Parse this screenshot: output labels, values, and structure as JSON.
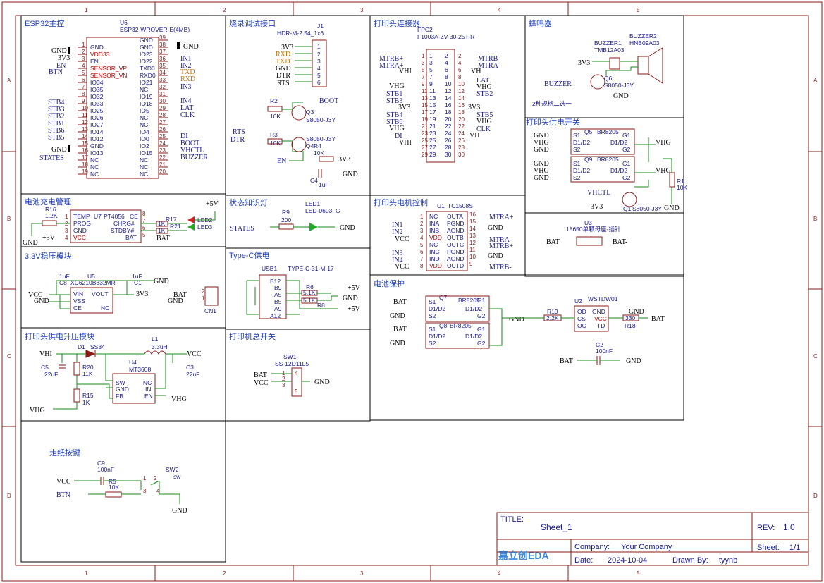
{
  "ruler": {
    "columns": [
      "1",
      "2",
      "3",
      "4",
      "5"
    ],
    "rows": [
      "A",
      "B",
      "C",
      "D"
    ]
  },
  "sections": {
    "esp32": "ESP32主控",
    "burn": "烧录调试接口",
    "head_conn": "打印头连接器",
    "buzzer": "蜂鸣器",
    "charge": "电池充电管理",
    "status": "状态知识灯",
    "motor": "打印头电机控制",
    "head_power": "打印头供电开关",
    "ldo": "3.3V稳压模块",
    "typec": "Type-C供电",
    "batt_prot": "电池保护",
    "boost": "打印头供电升压模块",
    "main_switch": "打印机总开关",
    "feed": "走纸按键"
  },
  "esp32": {
    "ref": "U6",
    "part": "ESP32-WROVER-E(4MB)",
    "left_pins": [
      {
        "n": "1",
        "name": "GND"
      },
      {
        "n": "2",
        "name": "VDD33",
        "red": true
      },
      {
        "n": "3",
        "name": "EN"
      },
      {
        "n": "4",
        "name": "SENSOR_VP",
        "red": true
      },
      {
        "n": "5",
        "name": "SENSOR_VN",
        "red": true
      },
      {
        "n": "6",
        "name": "IO34"
      },
      {
        "n": "7",
        "name": "IO35"
      },
      {
        "n": "8",
        "name": "IO32"
      },
      {
        "n": "9",
        "name": "IO33"
      },
      {
        "n": "10",
        "name": "IO25"
      },
      {
        "n": "11",
        "name": "IO26"
      },
      {
        "n": "12",
        "name": "IO27"
      },
      {
        "n": "13",
        "name": "IO14"
      },
      {
        "n": "14",
        "name": "IO12"
      },
      {
        "n": "15",
        "name": "GND"
      },
      {
        "n": "16",
        "name": "IO13"
      },
      {
        "n": "17",
        "name": "NC"
      },
      {
        "n": "18",
        "name": "NC"
      },
      {
        "n": "19",
        "name": "NC"
      }
    ],
    "right_pins": [
      {
        "n": "39",
        "name": "GND"
      },
      {
        "n": "38",
        "name": "GND"
      },
      {
        "n": "37",
        "name": "IO23"
      },
      {
        "n": "36",
        "name": "IO22"
      },
      {
        "n": "35",
        "name": "TXD0"
      },
      {
        "n": "34",
        "name": "RXD0"
      },
      {
        "n": "33",
        "name": "IO21"
      },
      {
        "n": "32",
        "name": "NC"
      },
      {
        "n": "31",
        "name": "IO19"
      },
      {
        "n": "30",
        "name": "IO18"
      },
      {
        "n": "29",
        "name": "IO5"
      },
      {
        "n": "28",
        "name": "NC"
      },
      {
        "n": "27",
        "name": "NC"
      },
      {
        "n": "26",
        "name": "IO4"
      },
      {
        "n": "25",
        "name": "IO0"
      },
      {
        "n": "24",
        "name": "IO2"
      },
      {
        "n": "23",
        "name": "IO15"
      },
      {
        "n": "22",
        "name": "NC"
      },
      {
        "n": "21",
        "name": "NC"
      },
      {
        "n": "20",
        "name": "NC"
      }
    ],
    "left_nets": [
      "GND",
      "3V3",
      "EN",
      "BTN",
      "STB4",
      "STB3",
      "STB2",
      "STB1",
      "STB6",
      "STB5",
      "GND",
      "STATES"
    ],
    "right_nets": [
      "GND",
      "IN1",
      "IN2",
      "TXD",
      "RXD",
      "IN3",
      "IN4",
      "LAT",
      "CLK",
      "DI",
      "BOOT",
      "VHCTL",
      "BUZZER"
    ]
  },
  "burn": {
    "ref": "J1",
    "part": "HDR-M-2.54_1x6",
    "nets": [
      "3V3",
      "RXD",
      "TXD",
      "GND",
      "DTR",
      "RTS"
    ],
    "pins": [
      "1",
      "2",
      "3",
      "4",
      "5",
      "6"
    ],
    "r2": "R2",
    "r2v": "10K",
    "r3": "R3",
    "r3v": "10K",
    "q3": "Q3",
    "q3p": "S8050-J3Y",
    "q4": "Q4",
    "q4p": "S8050-J3Y",
    "r4": "R4",
    "r4v": "10K",
    "c4": "C4",
    "c4v": "1uF",
    "boot": "BOOT",
    "rts": "RTS",
    "dtr": "DTR",
    "en": "EN",
    "v33": "3V3",
    "gnd": "GND"
  },
  "head_conn": {
    "ref": "FPC2",
    "part": "F1003A-ZV-30-25T-R",
    "left_nets": [
      "MTRB+",
      "MTRA+",
      "VHI",
      "",
      "VHG",
      "STB1",
      "STB3",
      "3V3",
      "STB4",
      "STB6",
      "VHG",
      "DI",
      "VHI"
    ],
    "right_nets": [
      "MTRB-",
      "MTRA-",
      "VH",
      "",
      "LAT",
      "VHG",
      "STB2",
      "3V3",
      "STB5",
      "VHG",
      "CLK",
      "VH"
    ],
    "left_nums": [
      "1",
      "3",
      "5",
      "7",
      "9",
      "11",
      "13",
      "15",
      "17",
      "19",
      "21",
      "23",
      "25",
      "27",
      "29"
    ],
    "mid_left": [
      "1",
      "3",
      "5",
      "7",
      "9",
      "11",
      "13",
      "15",
      "17",
      "19",
      "21",
      "23",
      "25",
      "27",
      "29"
    ],
    "mid_right": [
      "2",
      "4",
      "6",
      "8",
      "10",
      "12",
      "14",
      "16",
      "18",
      "20",
      "22",
      "24",
      "26",
      "28",
      "30"
    ],
    "right_nums": [
      "2",
      "4",
      "6",
      "8",
      "10",
      "12",
      "14",
      "16",
      "18",
      "20",
      "22",
      "24",
      "26",
      "28",
      "30"
    ]
  },
  "buzzer": {
    "ref1": "BUZZER1",
    "p1": "TMB12A03",
    "ref2": "BUZZER2",
    "p2": "HNB09A03",
    "q": "Q6",
    "qp": "S8050-J3Y",
    "net": "BUZZER",
    "v": "3V3",
    "gnd": "GND",
    "note": "2种规格二选一"
  },
  "head_power": {
    "q5": "Q5",
    "q5p": "BR8205",
    "q9": "Q9",
    "q9p": "BR8205",
    "pins_l": [
      "S1",
      "D1/D2",
      "S2"
    ],
    "pins_r": [
      "G1",
      "D1/D2",
      "G2"
    ],
    "nets_l1": [
      "GND",
      "VHG",
      "GND"
    ],
    "nets_l2": [
      "GND",
      "VHG",
      "GND"
    ],
    "vhg": "VHG",
    "r1": "R1",
    "r1v": "10K",
    "vhctl": "VHCTL",
    "v33": "3V3",
    "q1": "Q1",
    "q1p": "S8050-J3Y",
    "gnd": "GND"
  },
  "battery_holder": {
    "ref": "U3",
    "part": "18650单颗母座-插针",
    "bat": "BAT",
    "batm": "BAT-"
  },
  "charge": {
    "ref": "U7",
    "part": "PT4056",
    "r16": "R16",
    "r16v": "1.2K",
    "pins_l": [
      "TEMP",
      "PROG",
      "GND",
      "VCC"
    ],
    "pins_r": [
      "CE",
      "CHRG#",
      "STDBY#",
      "BAT"
    ],
    "pl": [
      "1",
      "2",
      "3",
      "4"
    ],
    "pr": [
      "8",
      "7",
      "6",
      "5"
    ],
    "r17": "R17",
    "r17v": "1K",
    "r21": "R21",
    "r21v": "1K",
    "led2": "LED2",
    "led3": "LED3",
    "v5": "+5V",
    "gnd": "GND",
    "bat": "BAT"
  },
  "status": {
    "net": "STATES",
    "r9": "R9",
    "r9v": "200",
    "led": "LED1",
    "ledp": "LED-0603_G",
    "gnd": "GND"
  },
  "motor": {
    "ref": "U1",
    "part": "TC1508S",
    "pins_l": [
      "NC",
      "INA",
      "INB",
      "VDD",
      "NC",
      "INC",
      "IND",
      "VDD"
    ],
    "pins_r": [
      "OUTA",
      "PGND",
      "AGND",
      "OUTB",
      "OUTC",
      "PGND",
      "AGND",
      "OUTD"
    ],
    "pl": [
      "1",
      "2",
      "3",
      "4",
      "5",
      "6",
      "7",
      "8"
    ],
    "pr": [
      "16",
      "15",
      "14",
      "13",
      "12",
      "11",
      "10",
      "9"
    ],
    "nets_l": [
      "IN1",
      "IN2",
      "VCC",
      "IN3",
      "IN4",
      "VCC"
    ],
    "nets_r": [
      "MTRA+",
      "GND",
      "MTRA-",
      "MTRB+",
      "GND",
      "MTRB-"
    ]
  },
  "ldo": {
    "ref": "U5",
    "part": "XC6210B332MR",
    "c8": "C8",
    "c8v": "1uF",
    "c1": "C1",
    "c1v": "1uF",
    "pins_l": [
      "VIN",
      "VSS",
      "CE"
    ],
    "pins_r": [
      "VOUT",
      "NC"
    ],
    "pl": [
      "1",
      "2",
      "3"
    ],
    "pr": [
      "5",
      "4"
    ],
    "vcc": "VCC",
    "gnd": "GND",
    "v33": "3V3",
    "cn": "CN1",
    "bat": "BAT",
    "cn_pins": [
      "2",
      "1"
    ]
  },
  "typec": {
    "ref": "USB1",
    "part": "TYPE-C-31-M-17",
    "pins": [
      "B12",
      "B9",
      "A5",
      "B5",
      "A9",
      "A12"
    ],
    "r6": "R6",
    "r6v": "5.1K",
    "r8": "R8",
    "r8v": "5.1K",
    "v5": "+5V",
    "gnd": "GND"
  },
  "batt_prot": {
    "q7": "Q7",
    "q7p": "BR8205",
    "q8": "Q8",
    "q8p": "BR8205",
    "pins_l": [
      "S1",
      "D1/D2",
      "S2"
    ],
    "pins_r": [
      "G1",
      "D1/D2",
      "G2"
    ],
    "bat": "BAT",
    "gnd": "GND",
    "r19": "R19",
    "r19v": "2.2K",
    "u2": "U2",
    "u2p": "WSTDW01",
    "u2_pl": [
      "OD",
      "CS",
      "OC"
    ],
    "u2_pr": [
      "GND",
      "VCC",
      "TD"
    ],
    "r18": "R18",
    "r18v": "330",
    "c2": "C2",
    "c2v": "100nF"
  },
  "boost": {
    "d1": "D1",
    "d1p": "SS34",
    "l1": "L1",
    "l1v": "3.3uH",
    "u4": "U4",
    "u4p": "MT3608",
    "pins_l": [
      "SW",
      "GND",
      "FB"
    ],
    "pins_r": [
      "NC",
      "IN",
      "EN"
    ],
    "pl": [
      "1",
      "2",
      "3"
    ],
    "pr": [
      "6",
      "5",
      "4"
    ],
    "c5": "C5",
    "c5v": "22uF",
    "c3": "C3",
    "c3v": "22uF",
    "r20": "R20",
    "r20v": "11K",
    "r15": "R15",
    "r15v": "1K",
    "vhi": "VHI",
    "vhg": "VHG",
    "vcc": "VCC"
  },
  "main_switch": {
    "ref": "SW1",
    "part": "SS-12D11L5",
    "bat": "BAT",
    "vcc": "VCC",
    "gnd": "GND",
    "pins": [
      "1",
      "2",
      "3",
      "4",
      "5"
    ]
  },
  "feed": {
    "c9": "C9",
    "c9v": "100nF",
    "r5": "R5",
    "r5v": "10K",
    "sw": "SW2",
    "swp": "sw",
    "vcc": "VCC",
    "btn": "BTN",
    "gnd": "GND",
    "pins": [
      "1",
      "2",
      "3",
      "4"
    ]
  },
  "titleblock": {
    "title_label": "TITLE:",
    "title": "Sheet_1",
    "rev_label": "REV:",
    "rev": "1.0",
    "company_label": "Company:",
    "company": "Your Company",
    "sheet_label": "Sheet:",
    "sheet": "1/1",
    "date_label": "Date:",
    "date": "2024-10-04",
    "drawn_label": "Drawn By:",
    "drawn": "tyynb",
    "logo": "嘉立创EDA"
  },
  "colors": {
    "frame": "#8b1a1a",
    "wire": "#1b8a1b",
    "label": "#1a1a8c",
    "title": "#1f3fbf",
    "orange": "#d07000",
    "red": "#c00000"
  }
}
